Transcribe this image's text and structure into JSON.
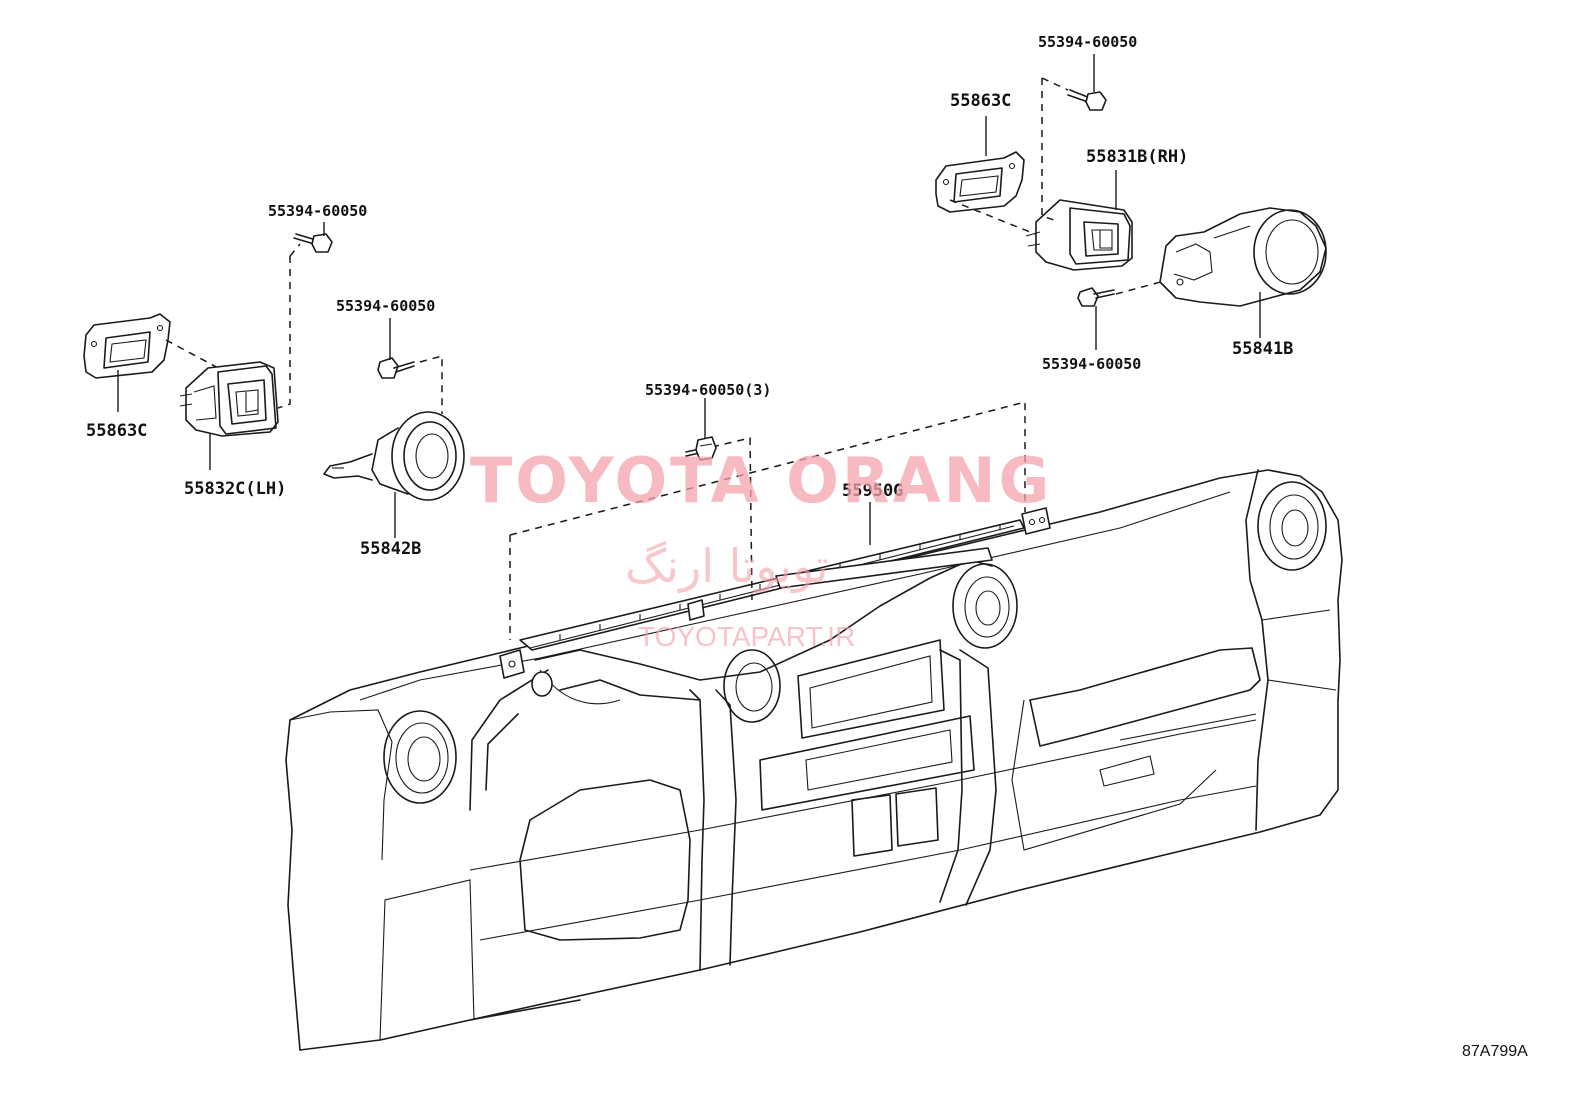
{
  "diagram": {
    "labels": {
      "bolt_top_right": "55394-60050",
      "register_cover_right": "55863C",
      "register_right": "55831B(RH)",
      "duct_right": "55841B",
      "bolt_right_lower": "55394-60050",
      "bolt_left_top": "55394-60050",
      "bolt_left_mid": "55394-60050",
      "register_cover_left": "55863C",
      "register_left": "55832C(LH)",
      "duct_left": "55842B",
      "bolt_center": "55394-60050(3)",
      "center_panel": "55950G"
    },
    "reference_code": "87A799A",
    "watermark": {
      "brand": "TOYOTA ORANG",
      "persian": "تویوتا ارنگ",
      "site": "TOYOTAPART.IR"
    }
  }
}
